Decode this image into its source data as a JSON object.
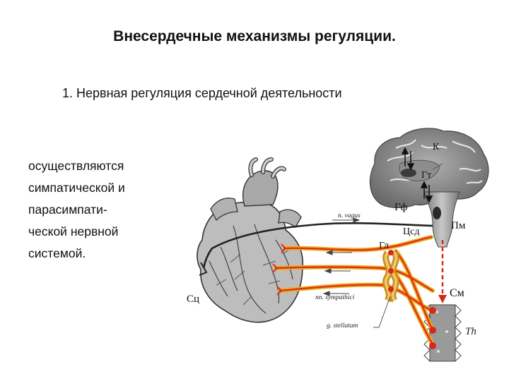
{
  "slide": {
    "title": "Внесердечные механизмы регуляции.",
    "subtitle": "1. Нервная регуляция  сердечной деятельности",
    "body_lines": [
      "осуществляются",
      "симпатической и",
      "парасимпати-",
      "ческой нервной",
      "системой."
    ]
  },
  "diagram": {
    "labels": {
      "K": "К",
      "Gt": "Гт",
      "Gf": "Гф",
      "Pm": "Пм",
      "Csd": "Цсд",
      "Gl": "Гл",
      "Sm": "См",
      "Th": "Th",
      "Sc": "Сц",
      "n_vagus": "n. vagus",
      "nn_sympathici": "nn. sympathici",
      "g_stellatum": "g. stellatum"
    },
    "colors": {
      "sympathetic_outer": "#e8b020",
      "sympathetic_inner": "#e0301a",
      "node": "#d8281a",
      "vagus": "#222222",
      "brain": "#8a8a8a"
    }
  }
}
